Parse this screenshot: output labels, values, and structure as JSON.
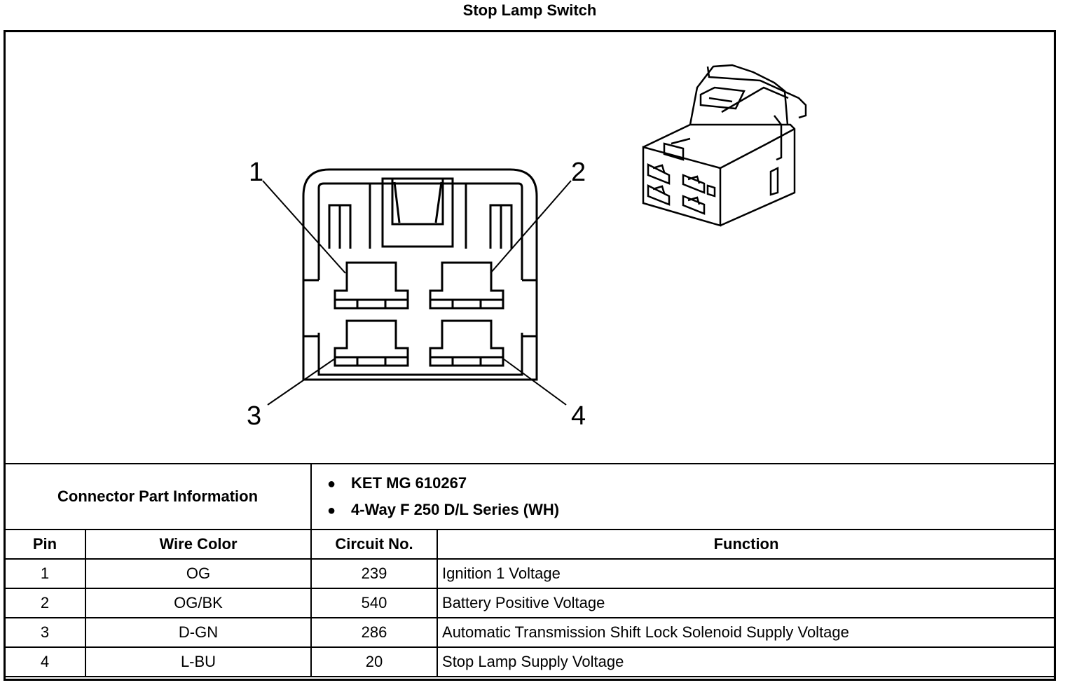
{
  "title": "Stop Lamp Switch",
  "connector": {
    "pin_callouts": [
      "1",
      "2",
      "3",
      "4"
    ]
  },
  "part_info": {
    "label": "Connector Part Information",
    "items": [
      "KET MG 610267",
      "4-Way F 250 D/L Series (WH)"
    ]
  },
  "table": {
    "headers": [
      "Pin",
      "Wire Color",
      "Circuit No.",
      "Function"
    ],
    "rows": [
      {
        "pin": "1",
        "wire_color": "OG",
        "circuit": "239",
        "function": "Ignition 1 Voltage"
      },
      {
        "pin": "2",
        "wire_color": "OG/BK",
        "circuit": "540",
        "function": "Battery Positive Voltage"
      },
      {
        "pin": "3",
        "wire_color": "D-GN",
        "circuit": "286",
        "function": "Automatic Transmission Shift Lock Solenoid Supply Voltage"
      },
      {
        "pin": "4",
        "wire_color": "L-BU",
        "circuit": "20",
        "function": "Stop Lamp Supply Voltage"
      }
    ]
  }
}
